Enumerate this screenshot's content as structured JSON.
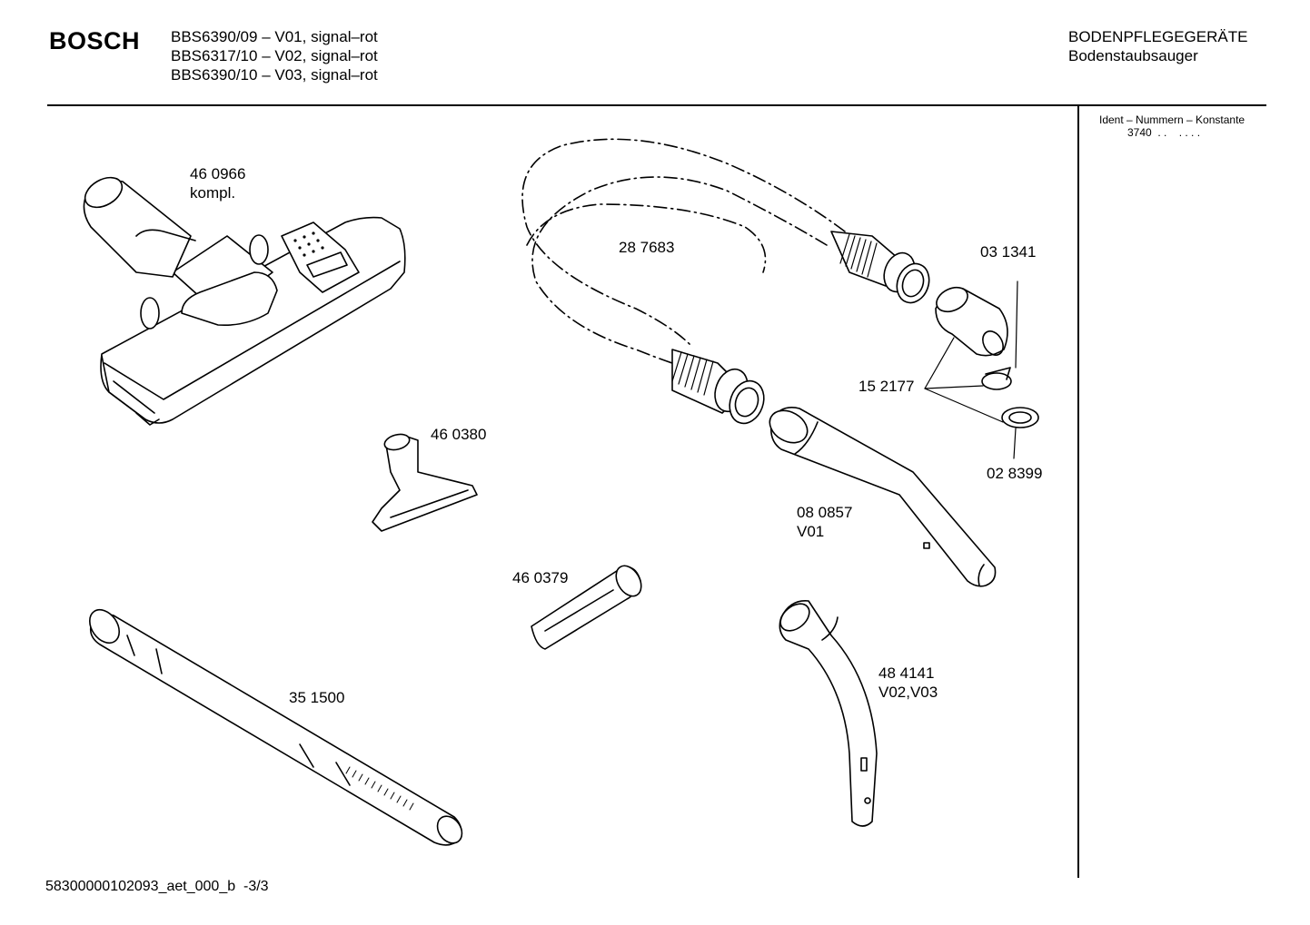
{
  "header": {
    "brand": "BOSCH",
    "models": [
      "BBS6390/09 – V01, signal–rot",
      "BBS6317/10 – V02, signal–rot",
      "BBS6390/10 – V03, signal–rot"
    ],
    "category": "BODENPFLEGEGERÄTE",
    "subcategory": "Bodenstaubsauger"
  },
  "ident": {
    "label": "Ident – Nummern – Konstante",
    "value": "3740  . .    . . . ."
  },
  "parts": [
    {
      "lines": [
        "46 0966",
        "kompl."
      ],
      "name": "floor-nozzle"
    },
    {
      "lines": [
        "28 7683"
      ],
      "name": "suction-hose"
    },
    {
      "lines": [
        "03 1341"
      ],
      "name": "elbow-connector"
    },
    {
      "lines": [
        "15 2177"
      ],
      "name": "clip"
    },
    {
      "lines": [
        "02 8399"
      ],
      "name": "ring"
    },
    {
      "lines": [
        "46 0380"
      ],
      "name": "upholstery-nozzle"
    },
    {
      "lines": [
        "08 0857",
        "V01"
      ],
      "name": "handle-tube-v01"
    },
    {
      "lines": [
        "46 0379"
      ],
      "name": "crevice-nozzle"
    },
    {
      "lines": [
        "48 4141",
        "V02,V03"
      ],
      "name": "handle-tube-v02-v03"
    },
    {
      "lines": [
        "35 1500"
      ],
      "name": "telescopic-tube"
    }
  ],
  "footer": {
    "doc_id": "58300000102093_aet_000_b  -3/3"
  },
  "colors": {
    "ink": "#000000",
    "paper": "#ffffff"
  }
}
